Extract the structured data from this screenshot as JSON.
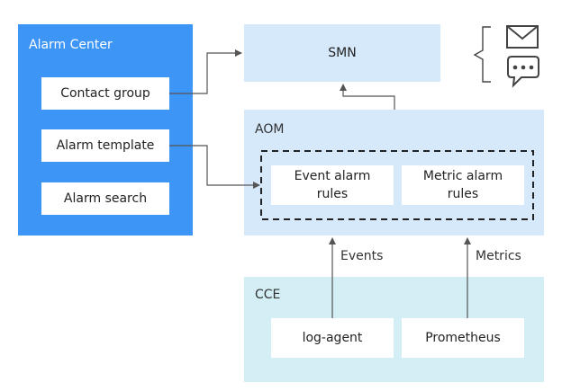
{
  "alarm_center": {
    "title": "Alarm Center",
    "items": [
      "Contact group",
      "Alarm template",
      "Alarm search"
    ]
  },
  "smn": {
    "label": "SMN"
  },
  "aom": {
    "title": "AOM",
    "event_rules": "Event alarm\nrules",
    "metric_rules": "Metric alarm\nrules"
  },
  "cce": {
    "title": "CCE",
    "log_agent": "log-agent",
    "prometheus": "Prometheus"
  },
  "flows": {
    "events": "Events",
    "metrics": "Metrics"
  },
  "notification_icons": [
    "mail-icon",
    "chat-bubble-icon"
  ],
  "colors": {
    "alarm_center_bg": "#3d95f5",
    "aom_smn_bg": "#d6e9fb",
    "cce_bg": "#d3eef5",
    "arrow": "#555555"
  }
}
